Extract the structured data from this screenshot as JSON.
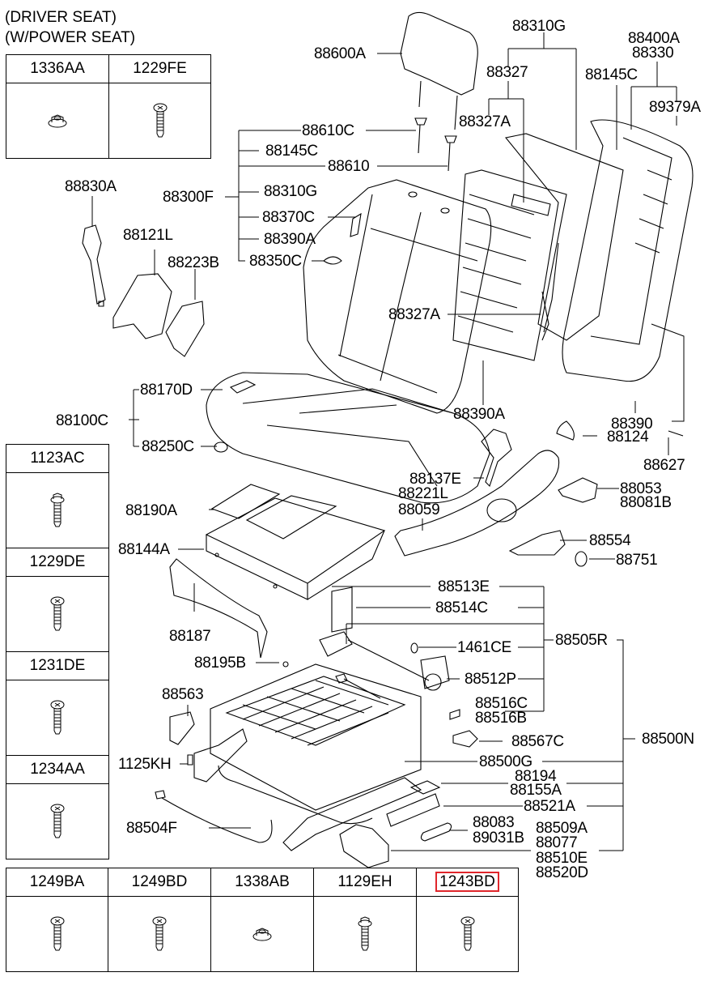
{
  "header": {
    "line1": "(DRIVER SEAT)",
    "line2": "(W/POWER SEAT)"
  },
  "hardware_tables": {
    "top_left": [
      {
        "code": "1336AA",
        "icon": "flange-nut-icon"
      },
      {
        "code": "1229FE",
        "icon": "phillips-screw-icon"
      }
    ],
    "left_column": [
      {
        "code": "1123AC",
        "icon": "hex-flange-bolt-icon"
      },
      {
        "code": "1229DE",
        "icon": "phillips-screw-icon"
      },
      {
        "code": "1231DE",
        "icon": "phillips-screw-icon"
      },
      {
        "code": "1234AA",
        "icon": "phillips-screw-icon"
      }
    ],
    "bottom_row": [
      {
        "code": "1249BA",
        "icon": "phillips-screw-icon"
      },
      {
        "code": "1249BD",
        "icon": "phillips-screw-icon"
      },
      {
        "code": "1338AB",
        "icon": "flange-nut-icon"
      },
      {
        "code": "1129EH",
        "icon": "hex-flange-bolt-icon"
      },
      {
        "code": "1243BD",
        "icon": "phillips-screw-icon",
        "highlighted": true
      }
    ],
    "highlight_color": "#e0262b"
  },
  "part_labels": {
    "p88600A": "88600A",
    "p88610C": "88610C",
    "p88145C_a": "88145C",
    "p88610": "88610",
    "p88300F": "88300F",
    "p88310G_a": "88310G",
    "p88370C": "88370C",
    "p88390A_a": "88390A",
    "p88350C": "88350C",
    "p88310G_b": "88310G",
    "p88327": "88327",
    "p88327A_a": "88327A",
    "p88400A": "88400A",
    "p88330": "88330",
    "p88145C_b": "88145C",
    "p89379A": "89379A",
    "p88830A": "88830A",
    "p88121L": "88121L",
    "p88223B": "88223B",
    "p88327A_b": "88327A",
    "p88390A_b": "88390A",
    "p88390": "88390",
    "p88124": "88124",
    "p88627": "88627",
    "p88170D": "88170D",
    "p88100C": "88100C",
    "p88250C": "88250C",
    "p88137E": "88137E",
    "p88221L": "88221L",
    "p88059": "88059",
    "p88053": "88053",
    "p88081B": "88081B",
    "p88190A": "88190A",
    "p88144A": "88144A",
    "p88554": "88554",
    "p88751": "88751",
    "p88513E": "88513E",
    "p88514C": "88514C",
    "p88187": "88187",
    "p1461CE": "1461CE",
    "p88505R": "88505R",
    "p88195B": "88195B",
    "p88512P": "88512P",
    "p88563": "88563",
    "p88516C": "88516C",
    "p88516B": "88516B",
    "p88567C": "88567C",
    "p88500N": "88500N",
    "p1125KH": "1125KH",
    "p88500G": "88500G",
    "p88194": "88194",
    "p88155A": "88155A",
    "p88521A": "88521A",
    "p88504F": "88504F",
    "p88083": "88083",
    "p89031B": "89031B",
    "p88509A": "88509A",
    "p88077": "88077",
    "p88510E": "88510E",
    "p88520D": "88520D"
  }
}
